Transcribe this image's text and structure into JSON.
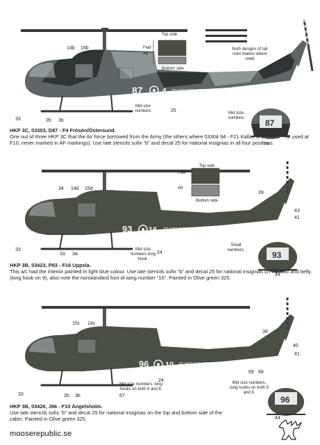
{
  "section1": {
    "labels": {
      "n14b": "14b",
      "n15b": "15b",
      "topside": "Top side",
      "fwd": "Fwd",
      "aft": "Aft",
      "bottomside": "Bottom side",
      "tailnote": "Both designs of tail rotor blades where used",
      "midsize": "Mid size numbers",
      "smallnumbers": "Mid size numbers",
      "n25": "25",
      "n33": "33",
      "n2b": "2b",
      "n3b": "3b",
      "n74": "74",
      "nose_number": "87",
      "side_number": "4",
      "flygvapnet": "FLYGVAPNET",
      "belly_number": "87"
    },
    "title": "HKP 3C, 03303, D87 - F4 Frösön/Östersund.",
    "body": "One out of three HKP 3C that the Air force borrowed from the Army (the others where 03304 94 - F21 Kallax and 03312 - 52 used at F10, never marked in AF markings). Use late stencils sufix “b” and decal 25 for national insignias in all four positions."
  },
  "section2": {
    "labels": {
      "n34": "34",
      "n14d": "14d",
      "n15d": "15d",
      "topside": "Top side",
      "fwd": "Fwd",
      "aft": "Aft",
      "bottomside": "Bottom side",
      "n39": "39",
      "n43": "43",
      "n41": "41",
      "midsize": "Mid size numbers long hook.",
      "n24": "24",
      "small": "Small numbers.",
      "n33": "33",
      "n2a": "2a",
      "n3a": "3a",
      "n44": "44",
      "nose_number": "93",
      "side_number": "16",
      "flygvapnet": "FLYGVAPNET",
      "belly_number": "93"
    },
    "title": "HKP 3B, 03423, P93 - F16 Uppsla.",
    "body": "This a/c had the interior painted in light blue colour. Use late stencils sufix “b” and decal 25 for national insignias on the roof and belly. (long hook on 9), also note the nonstandard font of wing number “16”. Painted in Olive green 325."
  },
  "section3": {
    "labels": {
      "n15c": "15c",
      "n14c": "14c",
      "n40": "40",
      "n41": "41",
      "n39": "39",
      "n68": "68",
      "n69": "69",
      "midsize1": "Mid size numbers, long hooks on both 9 and 6.",
      "midsize2": "Mid size numbers, long hooks on both 9 and 6.",
      "n24": "24",
      "n33": "33",
      "n2b": "2b",
      "n3b": "3b",
      "n67": "67",
      "n44": "44",
      "nose_number": "96",
      "side_number": "10",
      "flygvapnet": "FLYGVAPNET",
      "belly_number": "96"
    },
    "title": "HKP 3B, 03426, J96 - F10 Ängelsholm.",
    "body": "Use late stencils sufix “b” and decal 25 for national insignias on the top and bottom side of the cabin. Painted in Olive green 325."
  },
  "footer": {
    "site": "mooserepublic.se"
  },
  "colors": {
    "olive": "#4a4f44",
    "camo_dark": "#2f3434",
    "camo_mid": "#5d6566",
    "camo_light": "#8e9797",
    "blade": "#3a3a3a"
  }
}
